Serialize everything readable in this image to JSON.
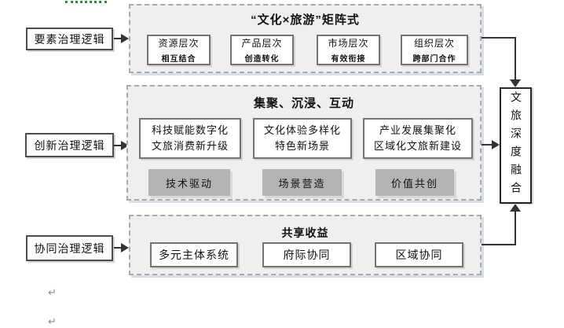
{
  "colors": {
    "container-bg": "#efefef",
    "container-border": "#a9a9a9",
    "container-shadow": "#d6dee9",
    "box-border": "#737373",
    "box-shadow": "#d4d4d4",
    "left-box-border": "#4d4d4d",
    "tag-bg": "#b3b3b3",
    "tag-shadow": "#d9d9d9",
    "arrow": "#333333",
    "result-border": "#262626",
    "green-line": "#2f8a3d",
    "mark-gray": "#8c8c8c"
  },
  "artifacts": {
    "paragraph_mark": "↵"
  },
  "left_boxes": [
    {
      "label": "要素治理逻辑"
    },
    {
      "label": "创新治理逻辑"
    },
    {
      "label": "协同治理逻辑"
    }
  ],
  "containers": [
    {
      "title": "“文化×旅游”矩阵式",
      "boxes": [
        {
          "line1": "资源层次",
          "line2": "相互结合"
        },
        {
          "line1": "产品层次",
          "line2": "创造转化"
        },
        {
          "line1": "市场层次",
          "line2": "有效衔接"
        },
        {
          "line1": "组织层次",
          "line2": "跨部门合作"
        }
      ]
    },
    {
      "title": "集聚、沉浸、互动",
      "boxes": [
        {
          "line1": "科技赋能数字化",
          "line2": "文旅消费新升级"
        },
        {
          "line1": "文化体验多样化",
          "line2": "特色新场景"
        },
        {
          "line1": "产业发展集聚化",
          "line2": "区域化文旅新建设"
        }
      ],
      "tags": [
        "技术驱动",
        "场景营造",
        "价值共创"
      ]
    },
    {
      "title": "共享收益",
      "boxes": [
        {
          "line1": "多元主体系统"
        },
        {
          "line1": "府际协同"
        },
        {
          "line1": "区域协同"
        }
      ]
    }
  ],
  "result_box": {
    "label": "文旅深度融合"
  }
}
